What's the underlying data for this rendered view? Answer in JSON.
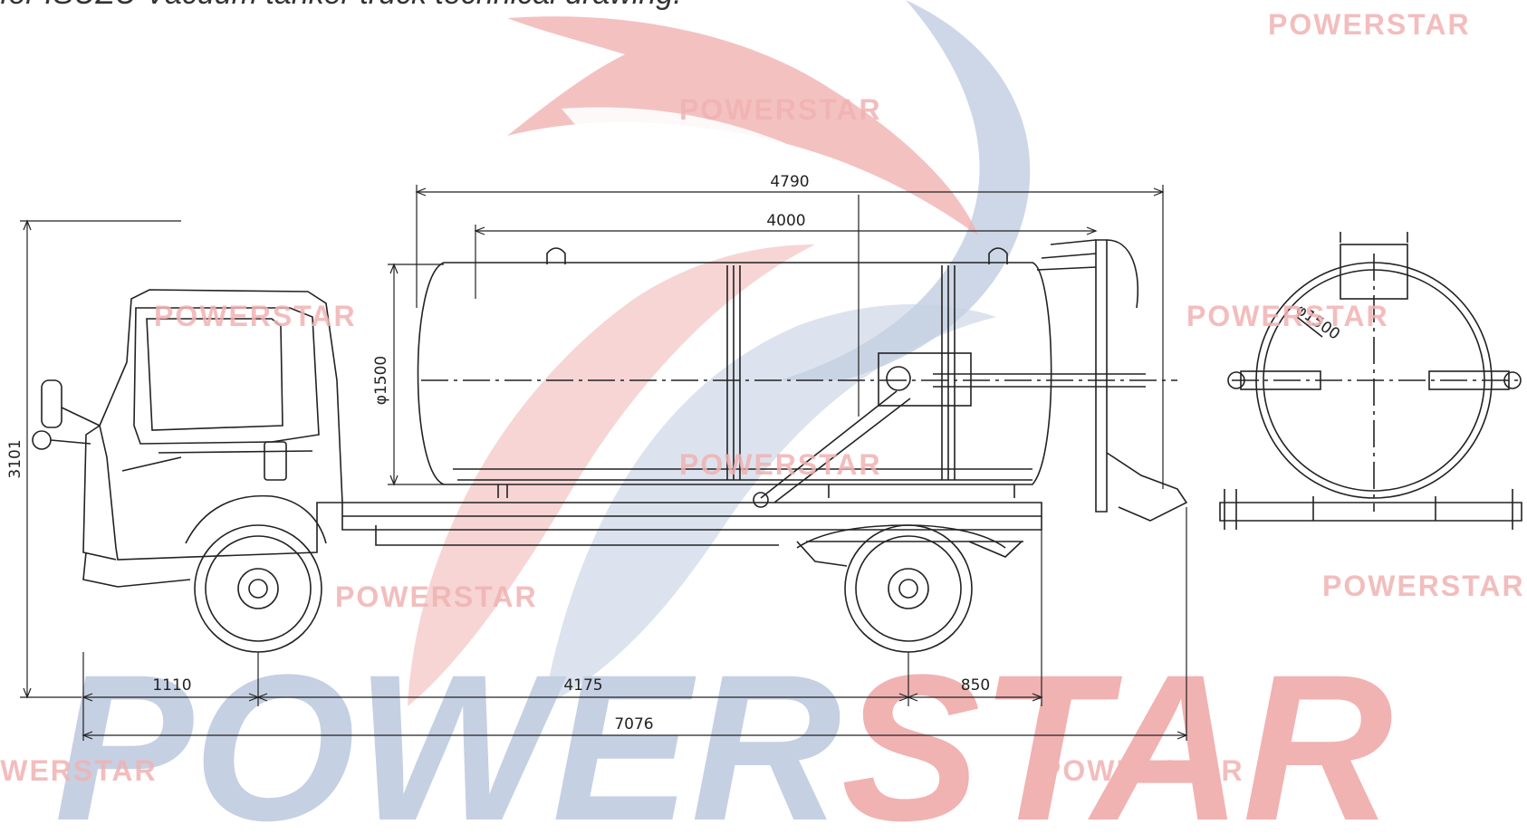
{
  "caption": "for ISUZU Vacuum tanker truck technical drawing.",
  "brand": {
    "part1": "POWER",
    "part2": "STAR",
    "color_blue": "#c5d0e3",
    "color_red": "#f1b2b2"
  },
  "dimensions": {
    "tank_length_overall": "4790",
    "tank_length": "4000",
    "tank_diameter_side": "φ1500",
    "tank_diameter_end": "φ1500",
    "overall_height": "3101",
    "front_overhang": "1110",
    "wheelbase": "4175",
    "rear_overhang": "850",
    "overall_length": "7076"
  }
}
